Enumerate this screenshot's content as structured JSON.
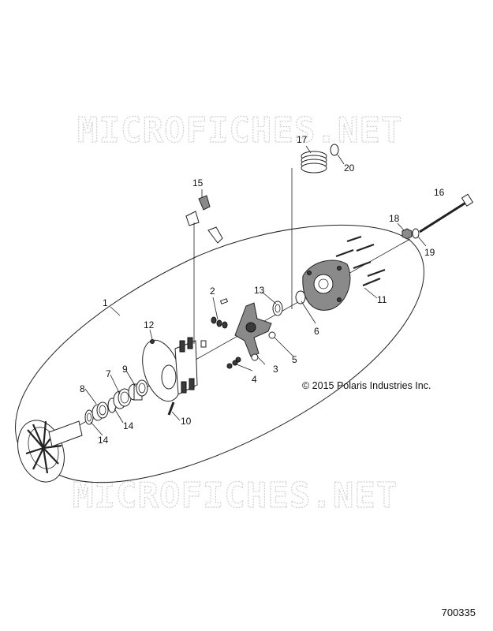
{
  "watermark": "MICROFICHES.NET",
  "copyright": "© 2015 Polaris Industries Inc.",
  "document_number": "700335",
  "callouts": {
    "c1": "1",
    "c2": "2",
    "c3": "3",
    "c4": "4",
    "c5": "5",
    "c6": "6",
    "c7": "7",
    "c8": "8",
    "c9": "9",
    "c10": "10",
    "c11": "11",
    "c12": "12",
    "c13": "13",
    "c14a": "14",
    "c14b": "14",
    "c15": "15",
    "c16": "16",
    "c17": "17",
    "c18": "18",
    "c19": "19",
    "c20": "20"
  }
}
